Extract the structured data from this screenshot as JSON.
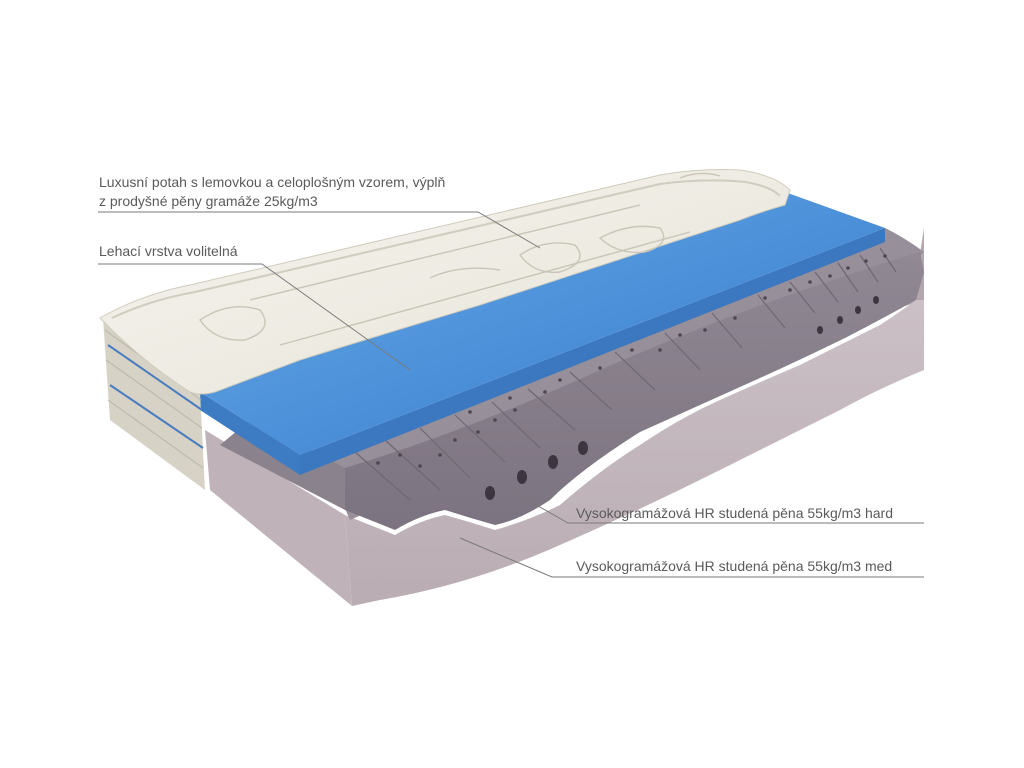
{
  "labels": {
    "cover_line1": "Luxusní potah s lemovkou a celoplošným vzorem, výplň",
    "cover_line2": "z prodyšné pěny gramáže 25kg/m3",
    "comfort_layer": "Lehací vrstva volitelná",
    "foam_hard": "Vysokogramážová HR studená pěna 55kg/m3 hard",
    "foam_med": "Vysokogramážová HR studená pěna 55kg/m3 med"
  },
  "colors": {
    "cover": "#efede4",
    "cover_shade": "#d9d6c9",
    "blue_layer": "#4a8fd8",
    "blue_layer_side": "#3e7cc4",
    "foam_hard": "#877e88",
    "foam_hard_top": "#968e97",
    "foam_med": "#c7bbc1",
    "foam_med_side": "#b3a7ad",
    "leader_line": "#7a7a7a",
    "text": "#5a5a5a"
  }
}
